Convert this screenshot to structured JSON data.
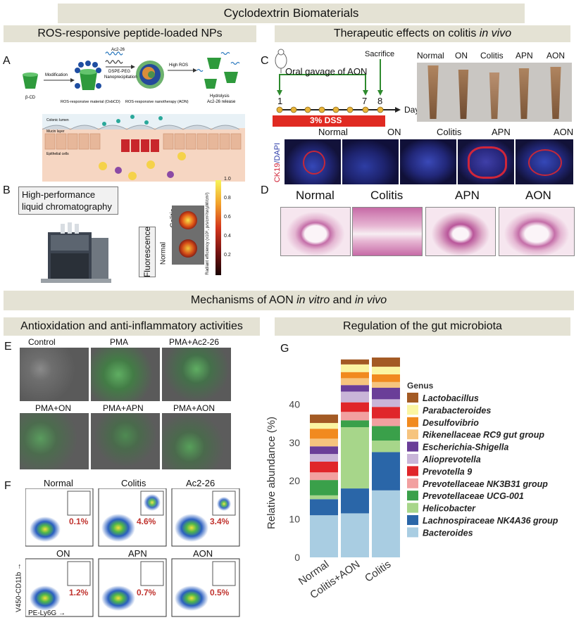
{
  "title": "Cyclodextrin Biomaterials",
  "sections": {
    "left_top": "ROS-responsive peptide-loaded NPs",
    "right_top_prefix": "Therapeutic effects on colitis",
    "right_top_italic": "in vivo",
    "middle_a": "Mechanisms of AON",
    "middle_b": "in vitro",
    "middle_c": "and",
    "middle_d": "in vivo",
    "left_bottom": "Antioxidation and anti-inflammatory activities",
    "right_bottom": "Regulation of the gut microbiota"
  },
  "panels": {
    "A": "A",
    "B": "B",
    "C": "C",
    "D": "D",
    "E": "E",
    "F": "F",
    "G": "G"
  },
  "panelA": {
    "labels": [
      "β-CD",
      "Modification",
      "Ac2-26",
      "DSPE-PEG",
      "Nanoprecipitation",
      "ROS-responsive material (OxbCD)",
      "ROS-responsive nanotherapy (AON)",
      "High ROS",
      "Hydrolysis",
      "Ac2-26 release"
    ],
    "tissue": [
      "Colonic lumen",
      "Mucin layer",
      "Epithelial cells"
    ]
  },
  "panelB": {
    "hplc": "High-performance liquid chromatography",
    "fluorescence": "Fluorescence",
    "normal": "Normal",
    "colitis": "Colitis",
    "cbar_label": "Radiant efficiency (x10⁸, p/s/cm²/sr/μW/cm²)",
    "cbar_ticks": [
      "1.0",
      "0.8",
      "0.6",
      "0.4",
      "0.2"
    ]
  },
  "panelC": {
    "mouse_text": "Oral gavage of AON",
    "sacrifice": "Sacrifice",
    "days": [
      "1",
      "7",
      "8"
    ],
    "day_label": "Day",
    "dss": "3% DSS",
    "colon_groups": [
      "Normal",
      "ON",
      "Colitis",
      "APN",
      "AON"
    ],
    "stain_groups": [
      "Normal",
      "ON",
      "Colitis",
      "APN",
      "AON"
    ],
    "stain_axis_a": "CK19",
    "stain_axis_b": "/DAPI"
  },
  "panelD": {
    "groups": [
      "Normal",
      "Colitis",
      "APN",
      "AON"
    ]
  },
  "panelE": {
    "groups": [
      "Control",
      "PMA",
      "PMA+Ac2-26",
      "PMA+ON",
      "PMA+APN",
      "PMA+AON"
    ]
  },
  "panelF": {
    "groups": [
      "Normal",
      "Colitis",
      "Ac2-26",
      "ON",
      "APN",
      "AON"
    ],
    "percent": [
      "0.1%",
      "4.6%",
      "3.4%",
      "1.2%",
      "0.7%",
      "0.5%"
    ],
    "yaxis": "V450-CD11b",
    "xaxis": "PE-Ly6G"
  },
  "chart_data": {
    "type": "bar",
    "stacked": true,
    "categories": [
      "Normal",
      "Colitis+AON",
      "Colitis"
    ],
    "ylabel": "Relative abundance (%)",
    "ylim": [
      0,
      50
    ],
    "yticks": [
      "0",
      "10",
      "20",
      "30",
      "40"
    ],
    "legend_title": "Genus",
    "legend_placement": "right",
    "series": [
      {
        "name": "Bacteroides",
        "color": "#a9cde2",
        "values": [
          11,
          11.5,
          17.5
        ]
      },
      {
        "name": "Lachnospiraceae NK4A36 group",
        "color": "#2a66a8",
        "values": [
          4.2,
          6.5,
          10
        ]
      },
      {
        "name": "Helicobacter",
        "color": "#a7d68a",
        "values": [
          1.0,
          16.0,
          3.0
        ]
      },
      {
        "name": "Prevotellaceae UCG-001",
        "color": "#3aa04a",
        "values": [
          4.0,
          1.8,
          3.8
        ]
      },
      {
        "name": "Prevotellaceae NK3B31 group",
        "color": "#f2a0a0",
        "values": [
          2.0,
          2.2,
          2.0
        ]
      },
      {
        "name": "Prevotella 9",
        "color": "#e0262a",
        "values": [
          2.8,
          2.5,
          3.0
        ]
      },
      {
        "name": "Alioprevotella",
        "color": "#c9b5d8",
        "values": [
          2.0,
          2.8,
          2.0
        ]
      },
      {
        "name": "Escherichia-Shigella",
        "color": "#6a3e98",
        "values": [
          2.0,
          1.7,
          3.0
        ]
      },
      {
        "name": "Rikenellaceae RC9 gut group",
        "color": "#f6c47e",
        "values": [
          2.0,
          1.8,
          1.5
        ]
      },
      {
        "name": "Desulfovibrio",
        "color": "#f18a1f",
        "values": [
          2.6,
          1.6,
          2.0
        ]
      },
      {
        "name": "Parabacteroides",
        "color": "#fbf5a2",
        "values": [
          1.5,
          2.0,
          2.0
        ]
      },
      {
        "name": "Lactobacillus",
        "color": "#a35a24",
        "values": [
          2.2,
          1.3,
          2.4
        ]
      }
    ]
  }
}
